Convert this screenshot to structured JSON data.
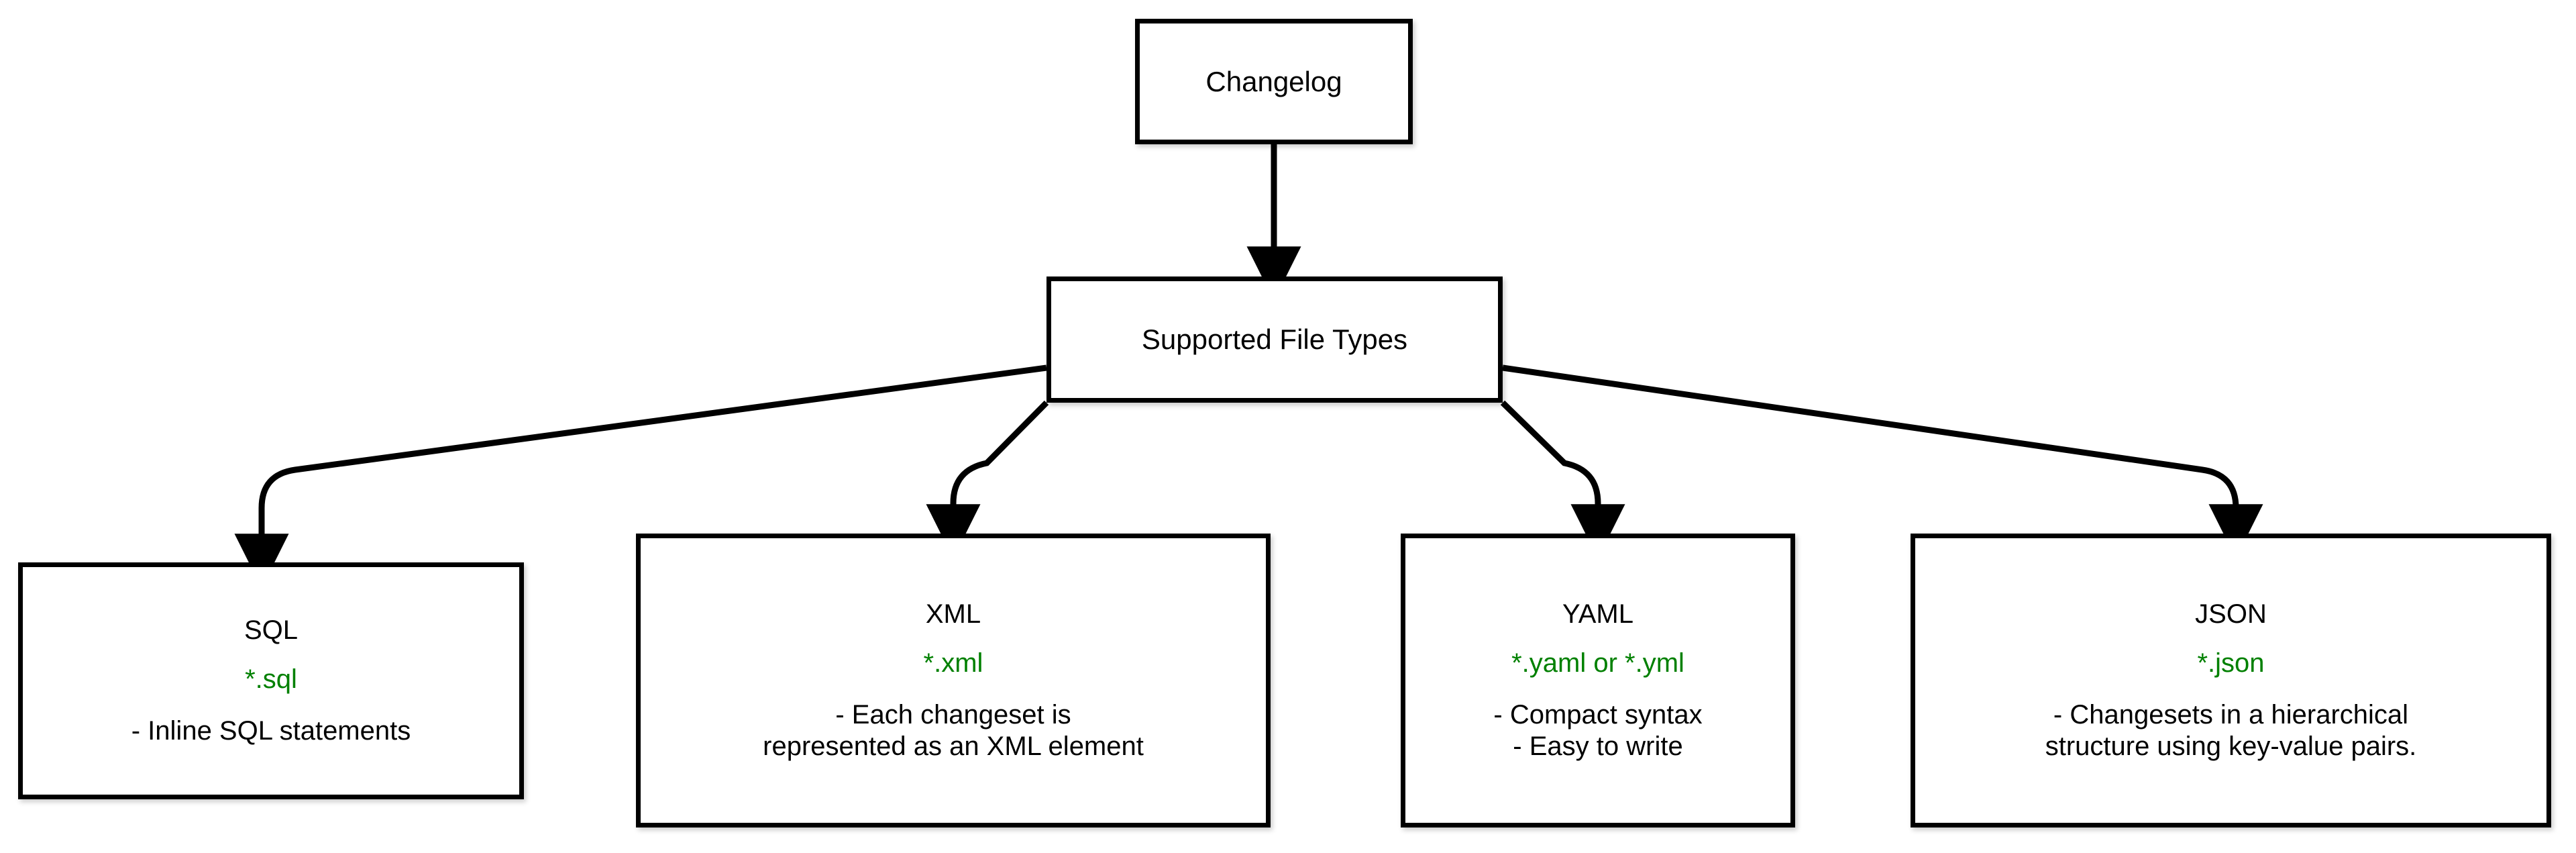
{
  "diagram": {
    "title": "Changelog Supported File Types",
    "type": "flowchart",
    "orientation": "top-down",
    "colors": {
      "background": "#ffffff",
      "node_border": "#000000",
      "node_fill": "#ffffff",
      "text": "#000000",
      "extension_text": "#008000",
      "edge": "#000000"
    }
  },
  "nodes": {
    "changelog": {
      "title": "Changelog"
    },
    "supported": {
      "title": "Supported File Types"
    },
    "sql": {
      "title": "SQL",
      "extension": "*.sql",
      "desc_line1": "- Inline SQL statements",
      "desc_line2": ""
    },
    "xml": {
      "title": "XML",
      "extension": "*.xml",
      "desc_line1": "- Each changeset is",
      "desc_line2": "represented as an XML element"
    },
    "yaml": {
      "title": "YAML",
      "extension": "*.yaml or *.yml",
      "desc_line1": "- Compact syntax",
      "desc_line2": "- Easy to write"
    },
    "json": {
      "title": "JSON",
      "extension": "*.json",
      "desc_line1": "- Changesets in a hierarchical",
      "desc_line2": "structure using key-value pairs."
    }
  },
  "edges": [
    {
      "from": "changelog",
      "to": "supported",
      "style": "straight-arrow"
    },
    {
      "from": "supported",
      "to": "sql",
      "style": "elbow-arrow"
    },
    {
      "from": "supported",
      "to": "xml",
      "style": "elbow-arrow"
    },
    {
      "from": "supported",
      "to": "yaml",
      "style": "elbow-arrow"
    },
    {
      "from": "supported",
      "to": "json",
      "style": "elbow-arrow"
    }
  ]
}
